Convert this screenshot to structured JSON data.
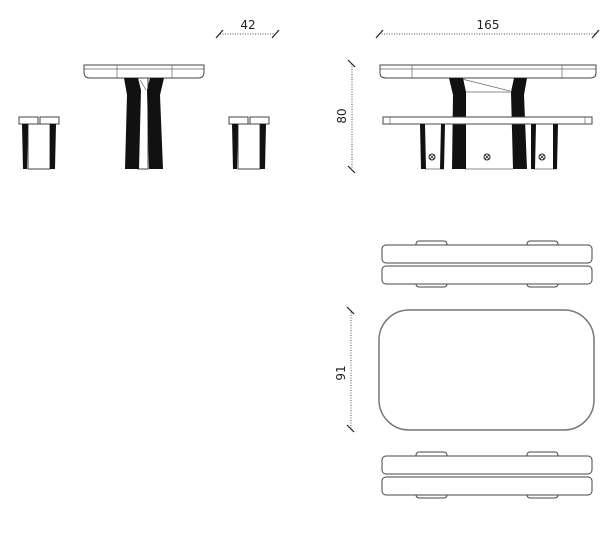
{
  "dimensions": {
    "depth_bench": "42",
    "length": "165",
    "height": "80",
    "width": "91"
  },
  "colors": {
    "line": "#444444",
    "legs": "#111111"
  }
}
